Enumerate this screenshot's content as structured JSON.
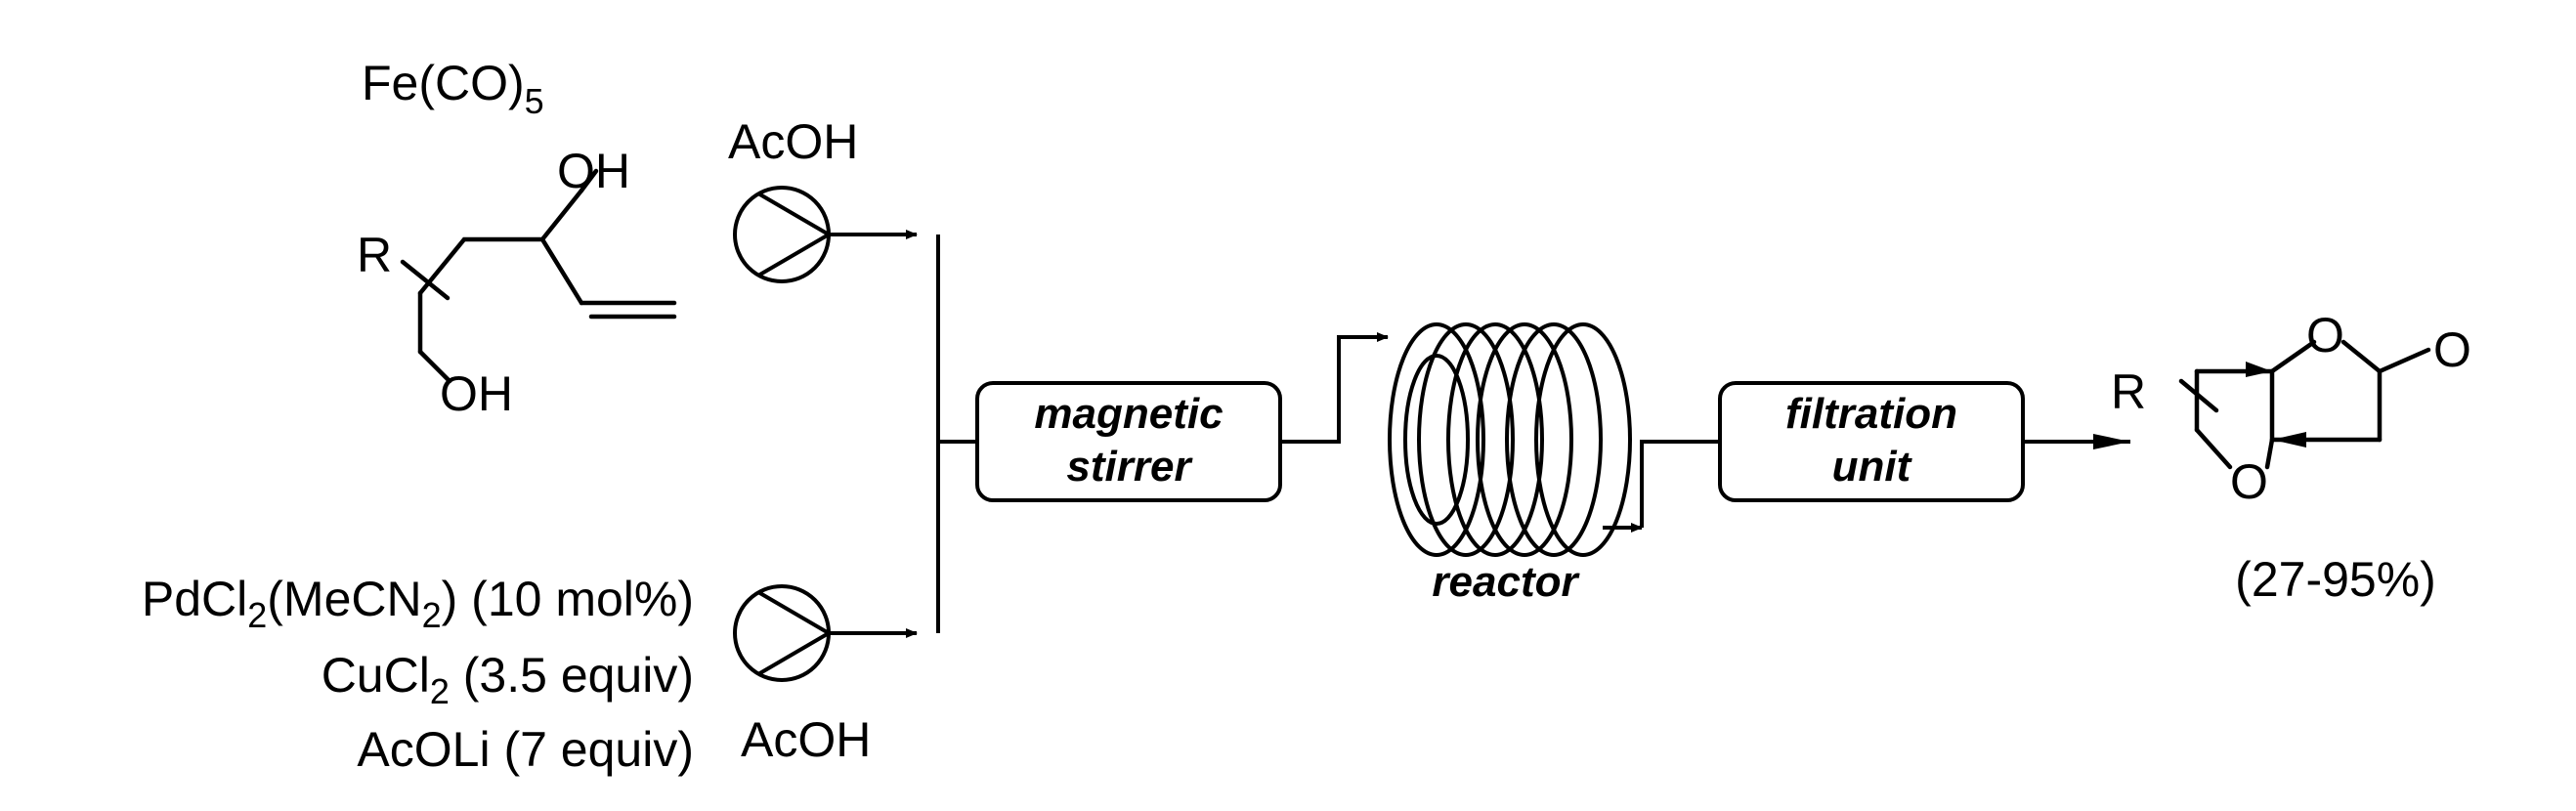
{
  "reagent_top": {
    "formula_main": "Fe(CO)",
    "formula_sub": "5"
  },
  "substrate": {
    "r": "R",
    "oh_top": "OH",
    "oh_bottom": "OH"
  },
  "pump_top_label": "AcOH",
  "pump_bottom_label": "AcOH",
  "reagents_bottom": [
    {
      "pre": "PdCl",
      "sub": "2",
      "post": "(MeCN",
      "sub2": "2",
      "post2": ") (10 mol%)"
    },
    {
      "pre": "CuCl",
      "sub": "2",
      "post": " (3.5 equiv)"
    },
    {
      "pre": "AcOLi (7 equiv)"
    }
  ],
  "units": {
    "stirrer": [
      "magnetic",
      "stirrer"
    ],
    "reactor": "reactor",
    "filtration": [
      "filtration",
      "unit"
    ]
  },
  "product": {
    "r": "R",
    "o_ring": "O",
    "o_lactone": "O",
    "o_carbonyl": "O",
    "yield": "(27-95%)"
  }
}
